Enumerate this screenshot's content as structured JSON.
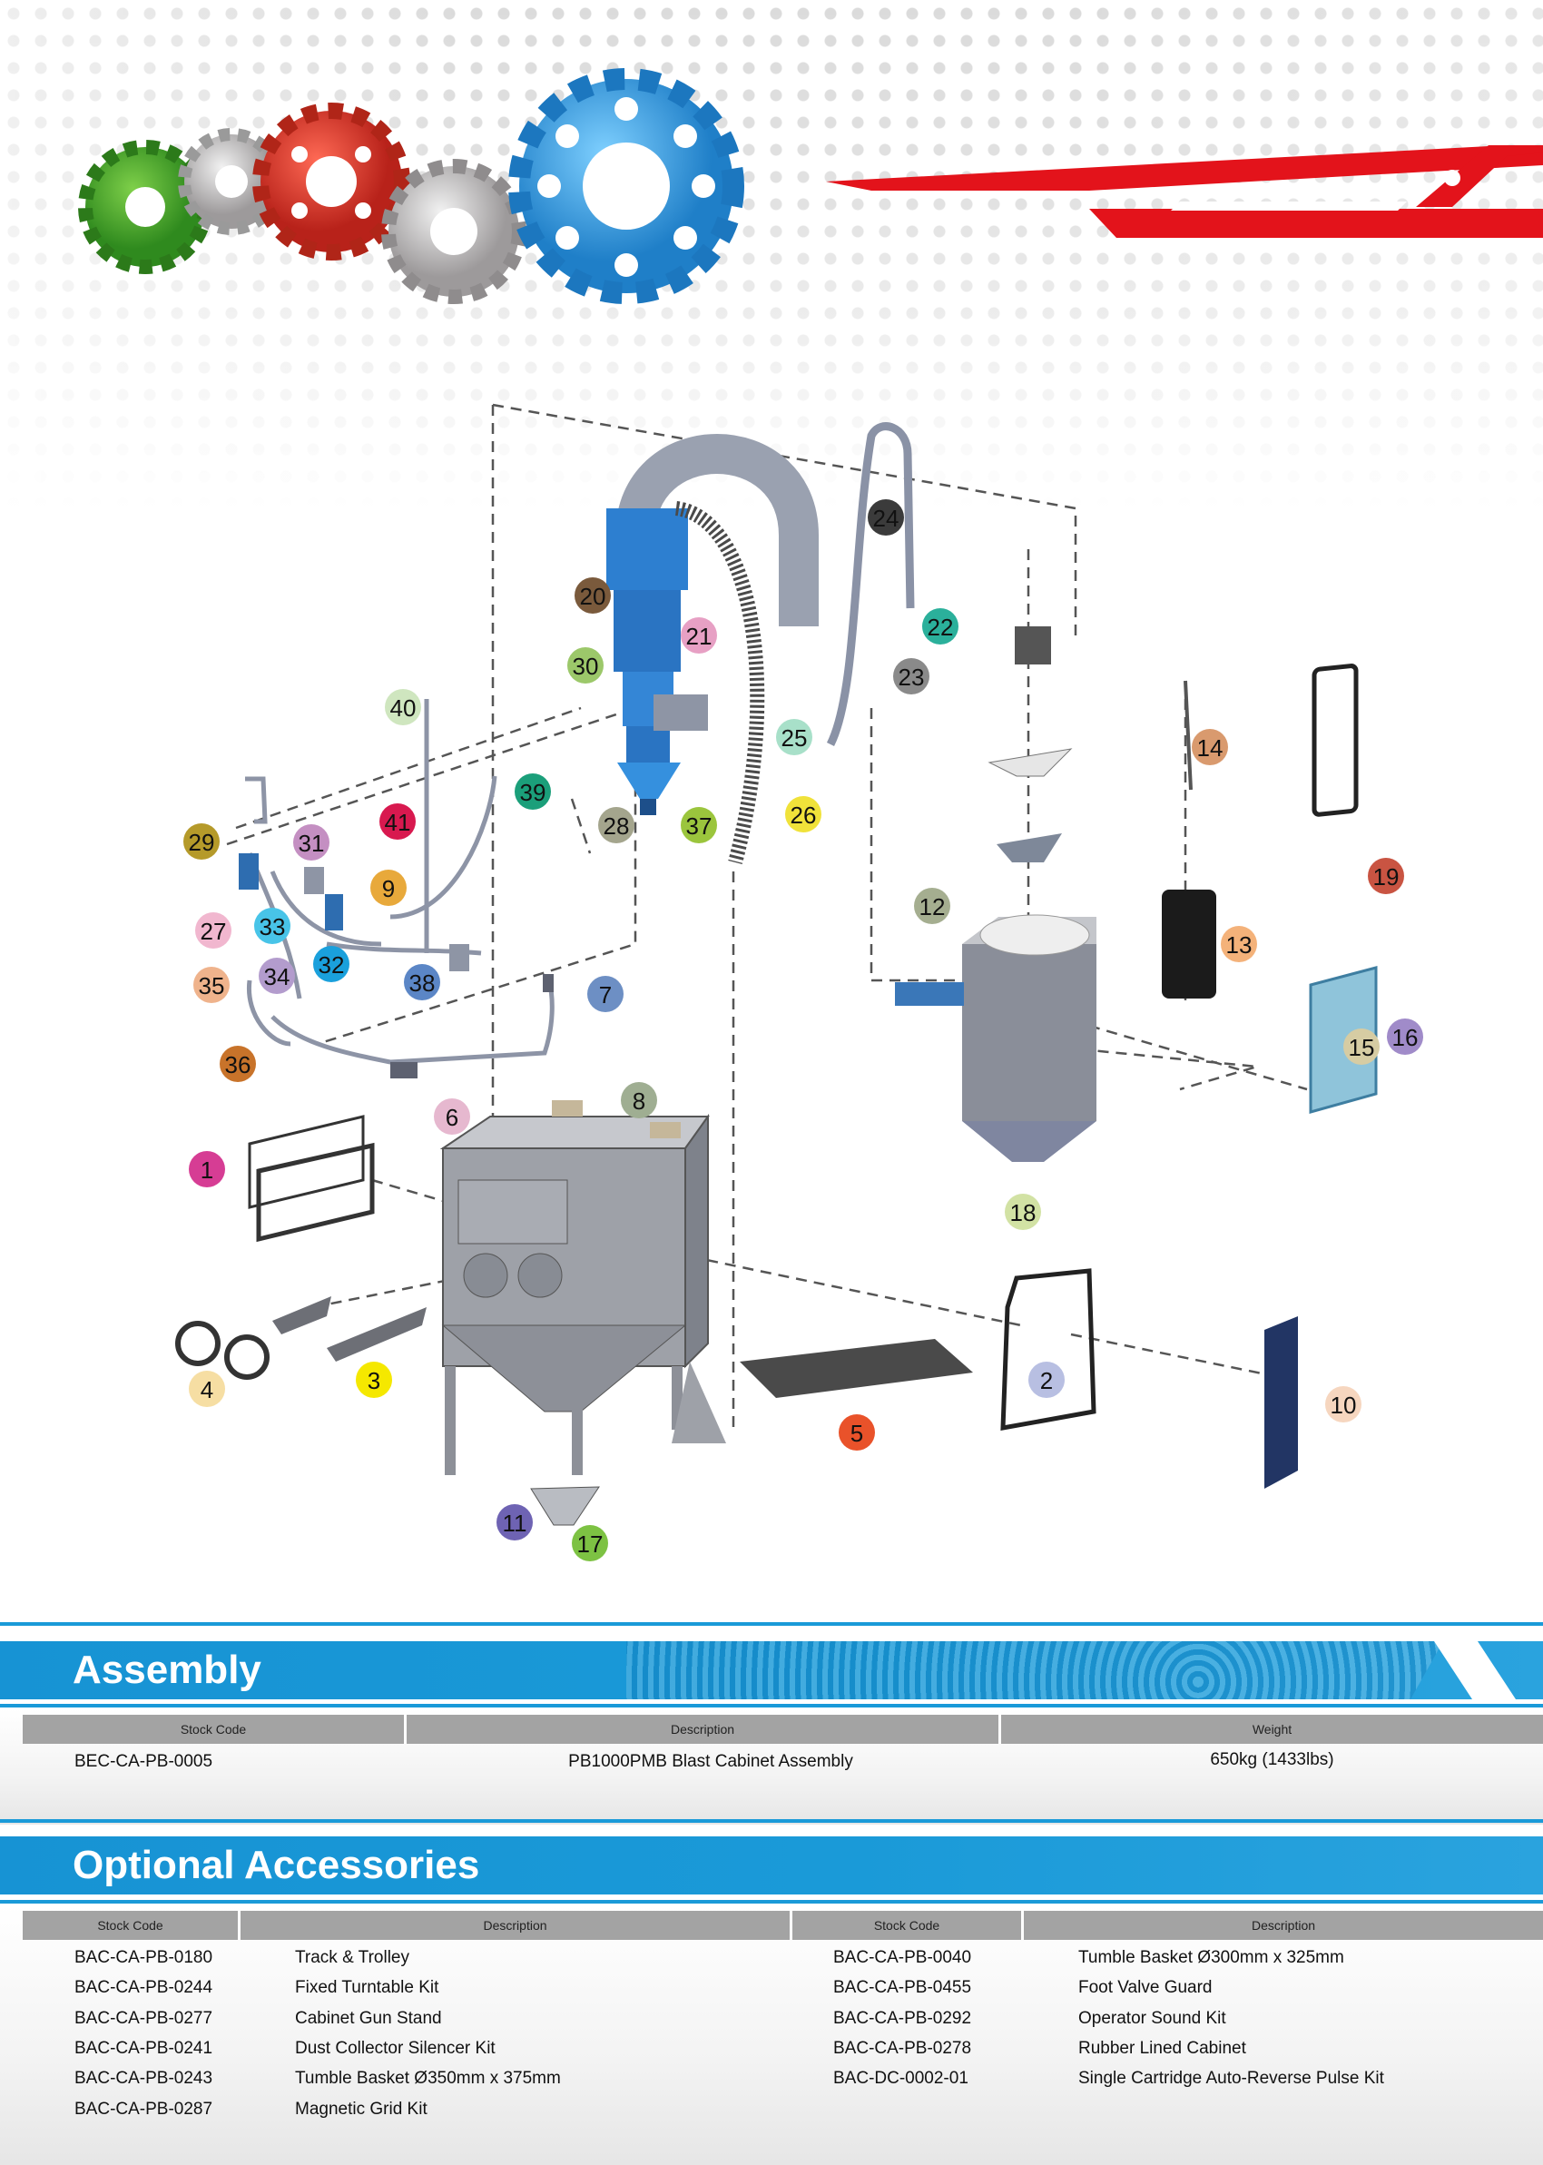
{
  "diagram": {
    "callouts": [
      {
        "label": "1",
        "color": "#d63d94"
      },
      {
        "label": "2",
        "color": "#b8bfe2"
      },
      {
        "label": "3",
        "color": "#f5e800"
      },
      {
        "label": "4",
        "color": "#f6dea3"
      },
      {
        "label": "5",
        "color": "#e9522a"
      },
      {
        "label": "6",
        "color": "#e6b8cf"
      },
      {
        "label": "7",
        "color": "#6d8fc4"
      },
      {
        "label": "8",
        "color": "#9fae92"
      },
      {
        "label": "9",
        "color": "#e8a93b"
      },
      {
        "label": "10",
        "color": "#f6d6bf"
      },
      {
        "label": "11",
        "color": "#6e63b3"
      },
      {
        "label": "12",
        "color": "#a5ae90"
      },
      {
        "label": "13",
        "color": "#f4b27a"
      },
      {
        "label": "14",
        "color": "#d99a6e"
      },
      {
        "label": "15",
        "color": "#d6cca3"
      },
      {
        "label": "16",
        "color": "#a08bc9"
      },
      {
        "label": "17",
        "color": "#7dc243"
      },
      {
        "label": "18",
        "color": "#d2e2a4"
      },
      {
        "label": "19",
        "color": "#c95442"
      },
      {
        "label": "20",
        "color": "#7a5a3c"
      },
      {
        "label": "21",
        "color": "#e7a0c4"
      },
      {
        "label": "22",
        "color": "#2bb09b"
      },
      {
        "label": "23",
        "color": "#8a8a8a"
      },
      {
        "label": "24",
        "color": "#3b3b3b"
      },
      {
        "label": "25",
        "color": "#a8e0c9"
      },
      {
        "label": "26",
        "color": "#f0e23a"
      },
      {
        "label": "27",
        "color": "#f1b7cf"
      },
      {
        "label": "28",
        "color": "#a4a58d"
      },
      {
        "label": "29",
        "color": "#b59a2a"
      },
      {
        "label": "30",
        "color": "#9cc86a"
      },
      {
        "label": "31",
        "color": "#c48fc2"
      },
      {
        "label": "32",
        "color": "#1aa0dc"
      },
      {
        "label": "33",
        "color": "#48c4e8"
      },
      {
        "label": "34",
        "color": "#b39ccd"
      },
      {
        "label": "35",
        "color": "#efb38c"
      },
      {
        "label": "36",
        "color": "#c8732a"
      },
      {
        "label": "37",
        "color": "#9bc53d"
      },
      {
        "label": "38",
        "color": "#5b86c6"
      },
      {
        "label": "39",
        "color": "#1b9f7a"
      },
      {
        "label": "40",
        "color": "#cfe6bf"
      },
      {
        "label": "41",
        "color": "#d8194f"
      }
    ]
  },
  "assembly": {
    "title": "Assembly",
    "headers": [
      "Stock Code",
      "Description",
      "Weight"
    ],
    "row": {
      "code": "BEC-CA-PB-0005",
      "description": "PB1000PMB Blast Cabinet Assembly",
      "weight": "650kg (1433lbs)"
    }
  },
  "accessories": {
    "title": "Optional Accessories",
    "headers": [
      "Stock Code",
      "Description",
      "Stock Code",
      "Description"
    ],
    "left": [
      {
        "code": "BAC-CA-PB-0180",
        "description": "Track & Trolley"
      },
      {
        "code": "BAC-CA-PB-0244",
        "description": "Fixed Turntable Kit"
      },
      {
        "code": "BAC-CA-PB-0277",
        "description": "Cabinet Gun Stand"
      },
      {
        "code": "BAC-CA-PB-0241",
        "description": "Dust Collector Silencer Kit"
      },
      {
        "code": "BAC-CA-PB-0243",
        "description": "Tumble Basket Ø350mm x 375mm"
      },
      {
        "code": "BAC-CA-PB-0287",
        "description": "Magnetic Grid Kit"
      }
    ],
    "right": [
      {
        "code": "BAC-CA-PB-0040",
        "description": "Tumble Basket Ø300mm x 325mm"
      },
      {
        "code": "BAC-CA-PB-0455",
        "description": "Foot Valve Guard"
      },
      {
        "code": "BAC-CA-PB-0292",
        "description": "Operator Sound Kit"
      },
      {
        "code": "BAC-CA-PB-0278",
        "description": "Rubber Lined Cabinet"
      },
      {
        "code": "BAC-DC-0002-01",
        "description": "Single Cartridge Auto-Reverse Pulse Kit"
      }
    ]
  }
}
